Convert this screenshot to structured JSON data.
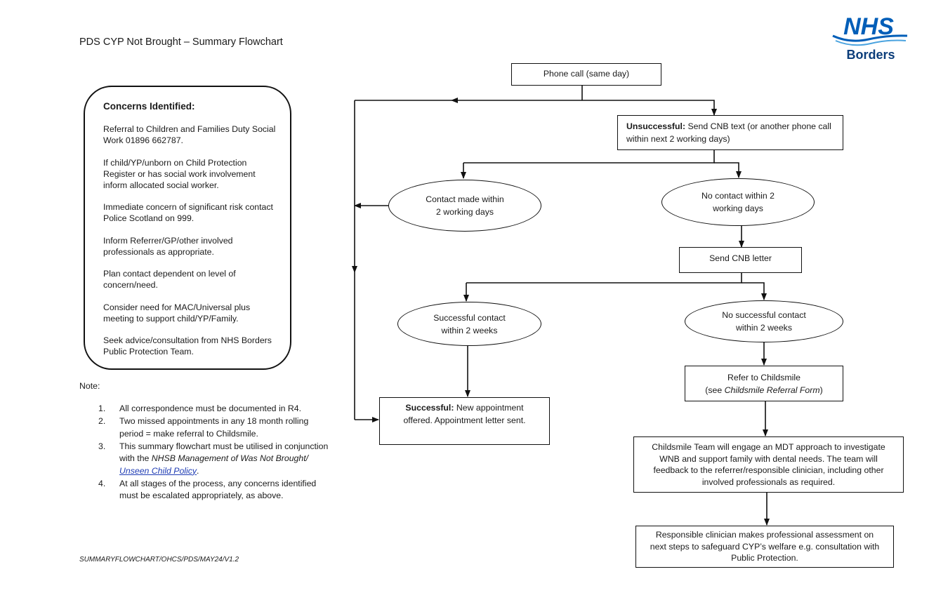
{
  "document": {
    "title": "PDS CYP Not Brought – Summary Flowchart",
    "footer": "SUMMARYFLOWCHART/OHCS/PDS/MAY24/V1.2"
  },
  "logo": {
    "line1": "NHS",
    "line2": "Borders",
    "color": "#005eb8",
    "dark_color": "#0b3d7a"
  },
  "concerns": {
    "heading": "Concerns Identified:",
    "items": [
      "Referral to Children and Families Duty Social Work 01896 662787.",
      "If child/YP/unborn on Child Protection Register or has social work involvement inform allocated social worker.",
      "Immediate concern of significant risk contact Police Scotland on 999.",
      "Inform Referrer/GP/other involved professionals as appropriate.",
      "Plan contact dependent on level of concern/need.",
      "Consider need for MAC/Universal plus meeting to support child/YP/Family.",
      "Seek advice/consultation from NHS Borders Public Protection Team."
    ]
  },
  "notes": {
    "label": "Note:",
    "items": [
      {
        "num": "1.",
        "text": "All correspondence must be documented in R4."
      },
      {
        "num": "2.",
        "text": "Two missed appointments in any 18 month rolling period = make referral to Childsmile."
      },
      {
        "num": "3.",
        "pre": "This summary flowchart must be utilised in conjunction with the ",
        "italic": "NHSB Management of Was Not Brought/ ",
        "link": "Unseen Child Policy",
        "post": "."
      },
      {
        "num": "4.",
        "text": "At all stages of the process, any concerns identified must be escalated appropriately, as above."
      }
    ]
  },
  "flow": {
    "phone_call": "Phone call (same day)",
    "unsuccessful": {
      "bold": "Unsuccessful:",
      "line1": " Send CNB text (or another phone call",
      "line2": "within next 2 working days)"
    },
    "contact_made": {
      "line1": "Contact made within",
      "line2": "2 working days"
    },
    "no_contact": {
      "line1": "No contact within 2",
      "line2": "working days"
    },
    "send_letter": "Send CNB letter",
    "successful_contact": {
      "line1": "Successful contact",
      "line2": "within 2 weeks"
    },
    "no_successful_contact": {
      "line1": "No successful contact",
      "line2": "within 2 weeks"
    },
    "successful": {
      "bold": "Successful:",
      "line1": " New appointment",
      "line2": "offered. Appointment letter sent."
    },
    "refer": {
      "line1": "Refer to Childsmile",
      "line2_pre": "(see ",
      "line2_italic": "Childsmile Referral Form",
      "line2_post": ")"
    },
    "childsmile_team": {
      "line1": "Childsmile Team will engage an MDT approach to investigate",
      "line2": "WNB and support family with dental needs. The team will",
      "line3": "feedback to the referrer/responsible clinician, including other",
      "line4": "involved professionals as required."
    },
    "responsible_clinician": {
      "line1": "Responsible clinician makes professional assessment on",
      "line2": "next steps to safeguard CYP’s welfare e.g. consultation with",
      "line3": "Public Protection."
    }
  }
}
